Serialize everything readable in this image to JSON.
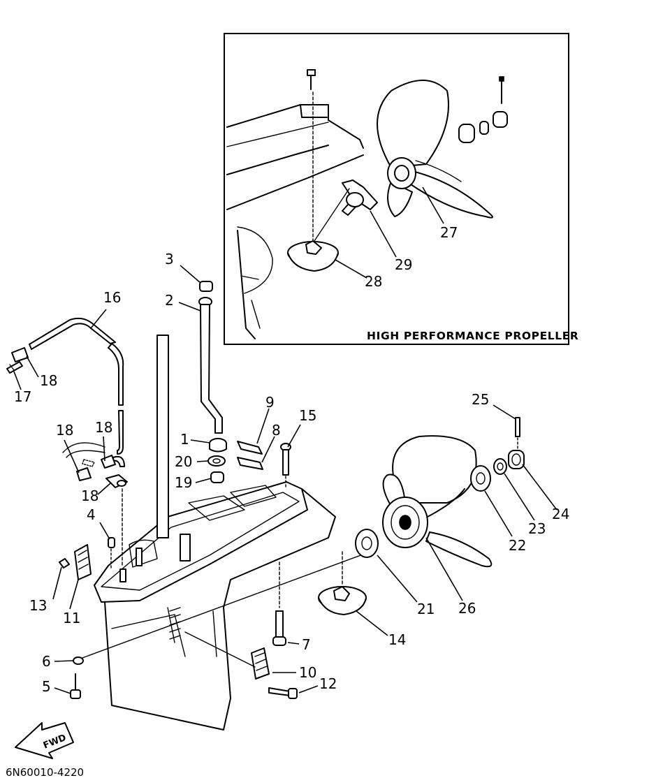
{
  "inset": {
    "title": "HIGH PERFORMANCE PROPELLER"
  },
  "callouts": {
    "c1": "1",
    "c2": "2",
    "c3": "3",
    "c4": "4",
    "c5": "5",
    "c6": "6",
    "c7": "7",
    "c8": "8",
    "c9": "9",
    "c10": "10",
    "c11": "11",
    "c12": "12",
    "c13": "13",
    "c14": "14",
    "c15": "15",
    "c16": "16",
    "c17": "17",
    "c18a": "18",
    "c18b": "18",
    "c18c": "18",
    "c18d": "18",
    "c19": "19",
    "c20": "20",
    "c21": "21",
    "c22": "22",
    "c23": "23",
    "c24": "24",
    "c25": "25",
    "c26": "26",
    "c27": "27",
    "c28": "28",
    "c29": "29"
  },
  "arrow": {
    "label": "FWD"
  },
  "drawing_code": "6N60010-4220"
}
